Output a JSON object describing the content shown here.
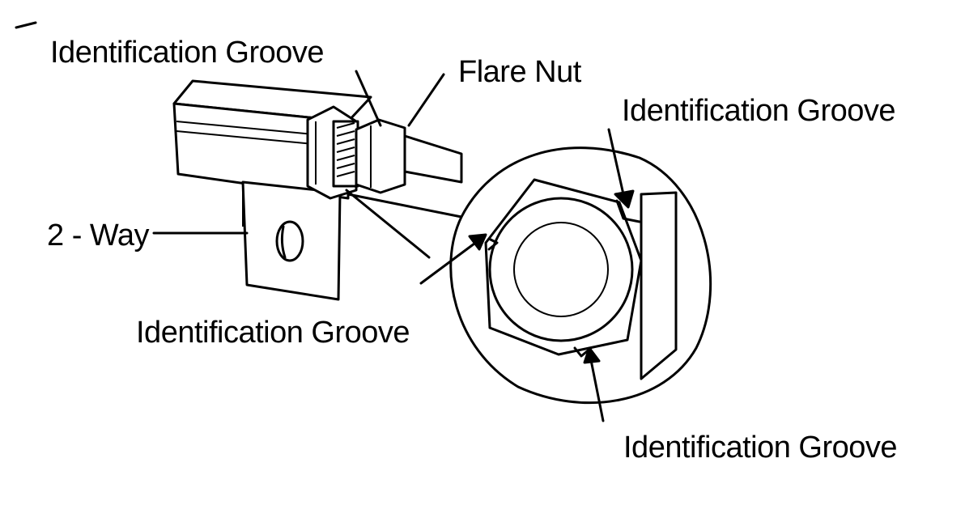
{
  "labels": {
    "groove_top_left": "Identification Groove",
    "flare_nut": "Flare Nut",
    "groove_top_right": "Identification Groove",
    "two_way": "2 - Way",
    "groove_middle": "Identification Groove",
    "groove_bottom_right": "Identification Groove"
  },
  "colors": {
    "line": "#000000",
    "background": "#ffffff"
  }
}
